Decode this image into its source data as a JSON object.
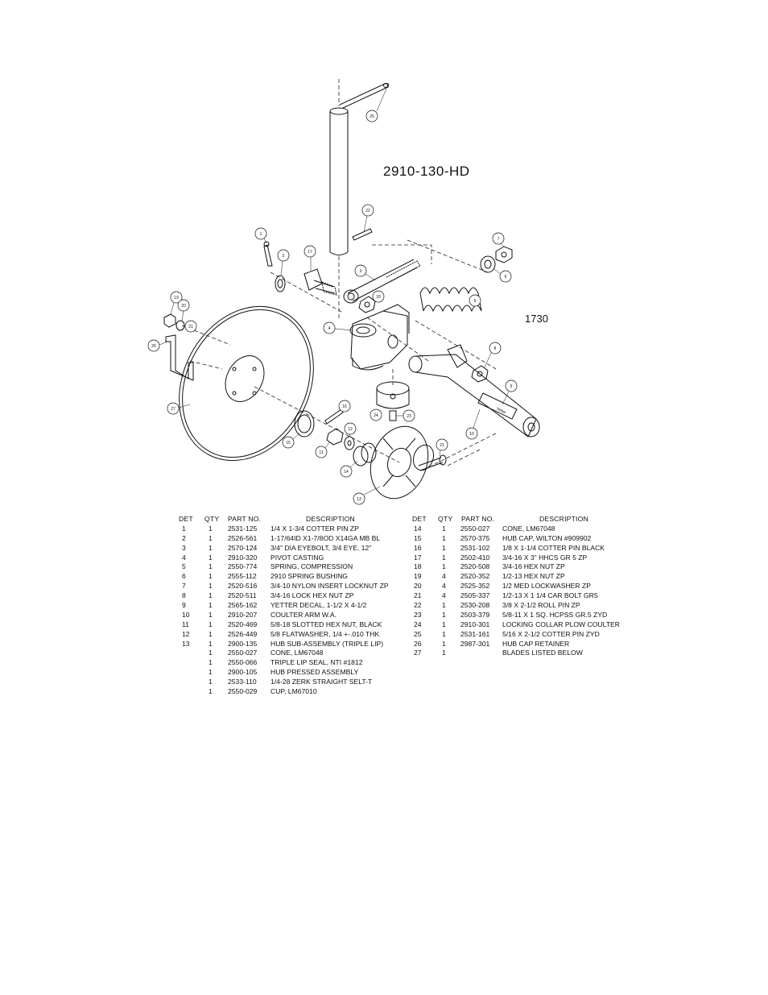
{
  "assembly_number": "2910-130-HD",
  "series_number": "1730",
  "callouts": [
    "1",
    "2",
    "3",
    "4",
    "5",
    "6",
    "7",
    "8",
    "9",
    "10",
    "11",
    "12",
    "13",
    "14",
    "15",
    "16",
    "17",
    "18",
    "19",
    "20",
    "21",
    "22",
    "23",
    "24",
    "25",
    "26",
    "27"
  ],
  "decal_text": "Yetter",
  "headers": {
    "det": "DET",
    "qty": "QTY",
    "part": "PART NO.",
    "desc": "DESCRIPTION"
  },
  "parts_left": [
    {
      "det": "1",
      "qty": "1",
      "part": "2531-125",
      "desc": "1/4 X 1-3/4 COTTER PIN ZP"
    },
    {
      "det": "2",
      "qty": "1",
      "part": "2526-561",
      "desc": "1-17/64ID X1-7/8OD X14GA MB BL"
    },
    {
      "det": "3",
      "qty": "1",
      "part": "2570-124",
      "desc": "3/4\" DIA EYEBOLT, 3/4 EYE, 12\""
    },
    {
      "det": "4",
      "qty": "1",
      "part": "2910-320",
      "desc": "PIVOT CASTING"
    },
    {
      "det": "5",
      "qty": "1",
      "part": "2550-774",
      "desc": "SPRING, COMPRESSION"
    },
    {
      "det": "6",
      "qty": "1",
      "part": "2555-112",
      "desc": "2910 SPRING BUSHING"
    },
    {
      "det": "7",
      "qty": "1",
      "part": "2520-516",
      "desc": "3/4-10 NYLON INSERT LOCKNUT ZP"
    },
    {
      "det": "8",
      "qty": "1",
      "part": "2520-511",
      "desc": "3/4-16 LOCK HEX NUT  ZP"
    },
    {
      "det": "9",
      "qty": "1",
      "part": "2565-162",
      "desc": "YETTER DECAL, 1-1/2 X 4-1/2"
    },
    {
      "det": "10",
      "qty": "1",
      "part": "2910-207",
      "desc": "COULTER ARM W.A."
    },
    {
      "det": "11",
      "qty": "1",
      "part": "2520-469",
      "desc": "5/8-18 SLOTTED HEX NUT, BLACK"
    },
    {
      "det": "12",
      "qty": "1",
      "part": "2526-449",
      "desc": "5/8 FLATWASHER, 1/4 +-.010 THK"
    },
    {
      "det": "13",
      "qty": "1",
      "part": "2900-135",
      "desc": "HUB SUB-ASSEMBLY (TRIPLE LIP)"
    },
    {
      "det": "",
      "qty": "1",
      "part": "2550-027",
      "desc": "CONE, LM67048"
    },
    {
      "det": "",
      "qty": "1",
      "part": "2550-066",
      "desc": "TRIPLE LIP SEAL, NTI #1812"
    },
    {
      "det": "",
      "qty": "1",
      "part": "2900-105",
      "desc": "HUB PRESSED ASSEMBLY"
    },
    {
      "det": "",
      "qty": "1",
      "part": "2533-110",
      "desc": "1/4-28 ZERK STRAIGHT SELT-T"
    },
    {
      "det": "",
      "qty": "1",
      "part": "2550-029",
      "desc": "CUP, LM67010"
    }
  ],
  "parts_right": [
    {
      "det": "14",
      "qty": "1",
      "part": "2550-027",
      "desc": "CONE, LM67048"
    },
    {
      "det": "15",
      "qty": "1",
      "part": "2570-375",
      "desc": "HUB CAP, WILTON #909902"
    },
    {
      "det": "16",
      "qty": "1",
      "part": "2531-102",
      "desc": "1/8 X 1-1/4 COTTER PIN  BLACK"
    },
    {
      "det": "17",
      "qty": "1",
      "part": "2502-410",
      "desc": "3/4-16 X 3\" HHCS GR 5 ZP"
    },
    {
      "det": "18",
      "qty": "1",
      "part": "2520-508",
      "desc": "3/4-16 HEX NUT ZP"
    },
    {
      "det": "19",
      "qty": "4",
      "part": "2520-352",
      "desc": "1/2-13 HEX NUT ZP"
    },
    {
      "det": "20",
      "qty": "4",
      "part": "2525-352",
      "desc": "1/2 MED LOCKWASHER ZP"
    },
    {
      "det": "21",
      "qty": "4",
      "part": "2505-337",
      "desc": "1/2-13 X 1 1/4 CAR BOLT GR5"
    },
    {
      "det": "22",
      "qty": "1",
      "part": "2530-208",
      "desc": "3/8 X 2-1/2 ROLL PIN ZP"
    },
    {
      "det": "23",
      "qty": "1",
      "part": "2503-379",
      "desc": "5/8-11 X 1 SQ. HCPSS GR.5 ZYD"
    },
    {
      "det": "24",
      "qty": "1",
      "part": "2910-301",
      "desc": "LOCKING COLLAR PLOW COULTER"
    },
    {
      "det": "25",
      "qty": "1",
      "part": "2531-161",
      "desc": "5/16 X 2-1/2 COTTER PIN ZYD"
    },
    {
      "det": "26",
      "qty": "1",
      "part": "2987-301",
      "desc": "HUB CAP RETAINER"
    },
    {
      "det": "27",
      "qty": "1",
      "part": "",
      "desc": "BLADES LISTED BELOW"
    }
  ]
}
